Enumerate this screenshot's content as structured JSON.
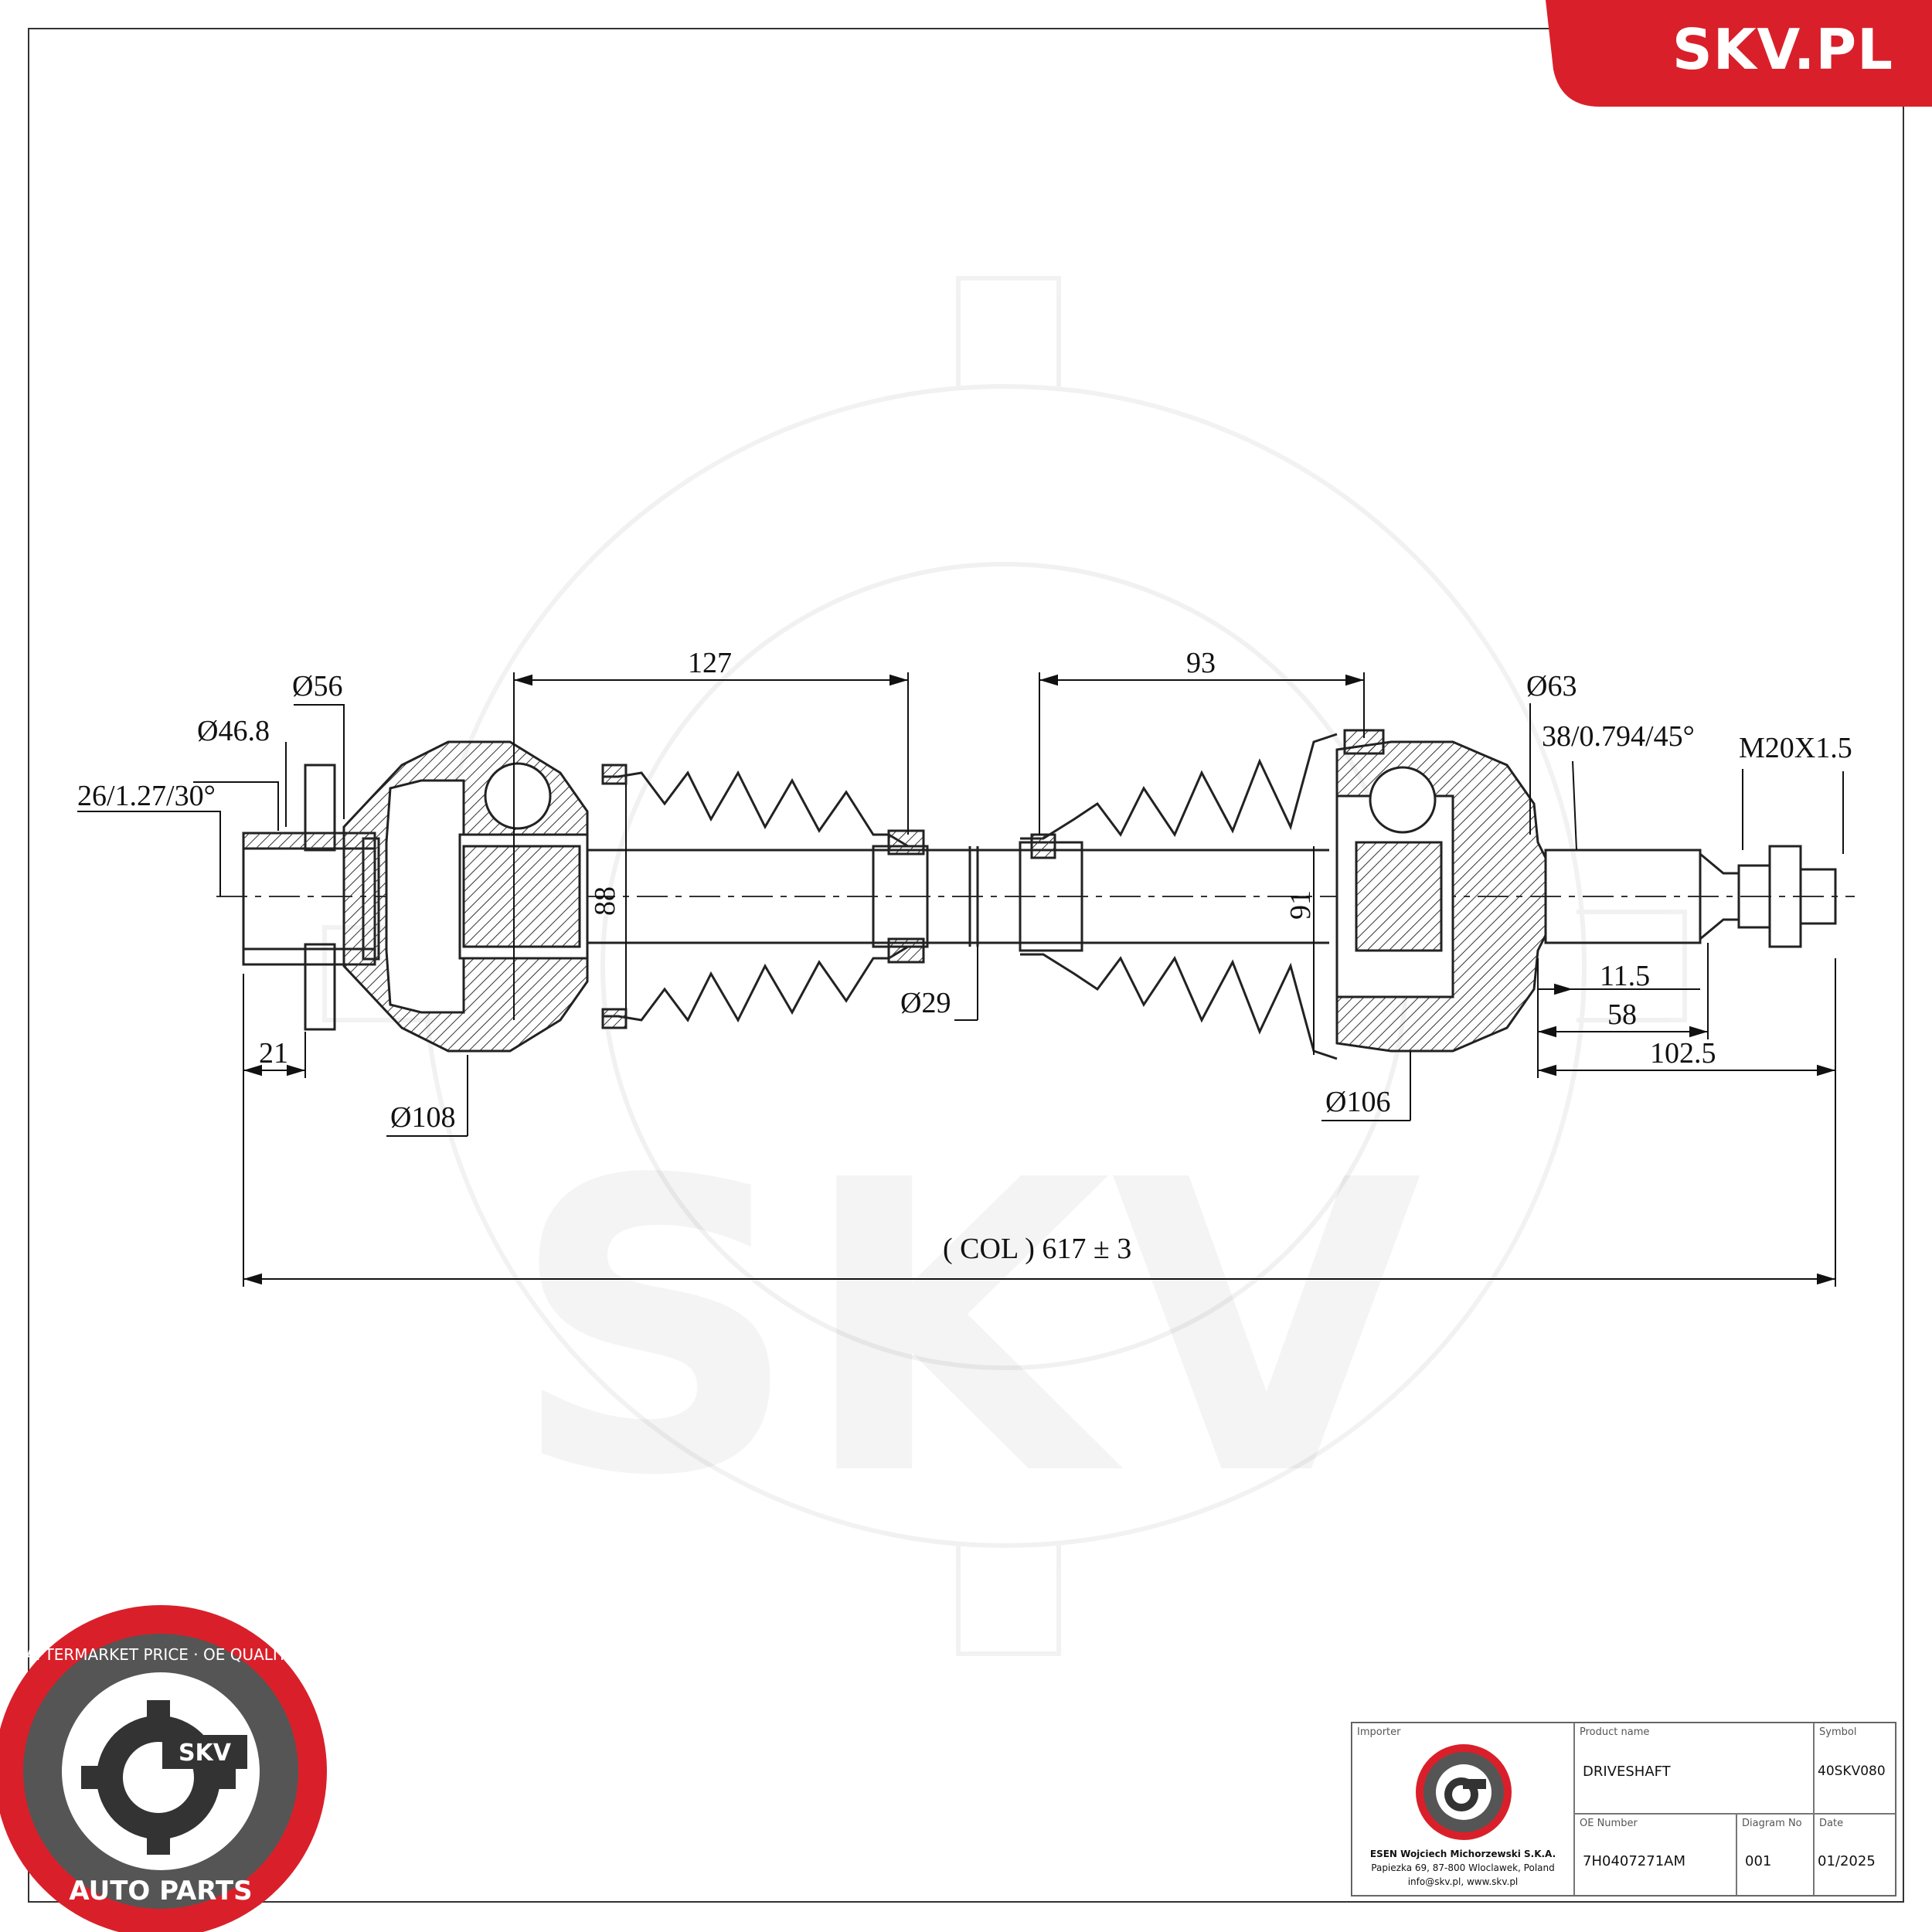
{
  "brand": {
    "site": "SKV.PL",
    "accent": "#d9202a"
  },
  "watermark": {
    "text": "SKV"
  },
  "dimensions": {
    "d56": "Ø56",
    "d46_8": "Ø46.8",
    "spline_in": "26/1.27/30°",
    "len127": "127",
    "len93": "93",
    "d63": "Ø63",
    "spline_out": "38/0.794/45°",
    "thread": "M20X1.5",
    "d88": "88",
    "d91": "91",
    "d29": "Ø29",
    "len11_5": "11.5",
    "len58": "58",
    "len102_5": "102.5",
    "len21": "21",
    "d108": "Ø108",
    "d106": "Ø106",
    "total": "( COL ) 617 ± 3"
  },
  "seal": {
    "ring_text": "AFTERMARKET PRICE · OE QUALITY",
    "bottom_text": "AUTO PARTS",
    "center": "SKV"
  },
  "titleblock": {
    "importer_label": "Importer",
    "importer_lines": [
      "ESEN Wojciech Michorzewski S.K.A.",
      "Papiezka 69, 87-800 Wloclawek, Poland",
      "info@skv.pl, www.skv.pl"
    ],
    "product_name_label": "Product name",
    "product_name": "DRIVESHAFT",
    "symbol_label": "Symbol",
    "symbol": "40SKV080",
    "oe_label": "OE Number",
    "oe": "7H0407271AM",
    "diagram_label": "Diagram No",
    "diagram": "001",
    "date_label": "Date",
    "date": "01/2025"
  }
}
